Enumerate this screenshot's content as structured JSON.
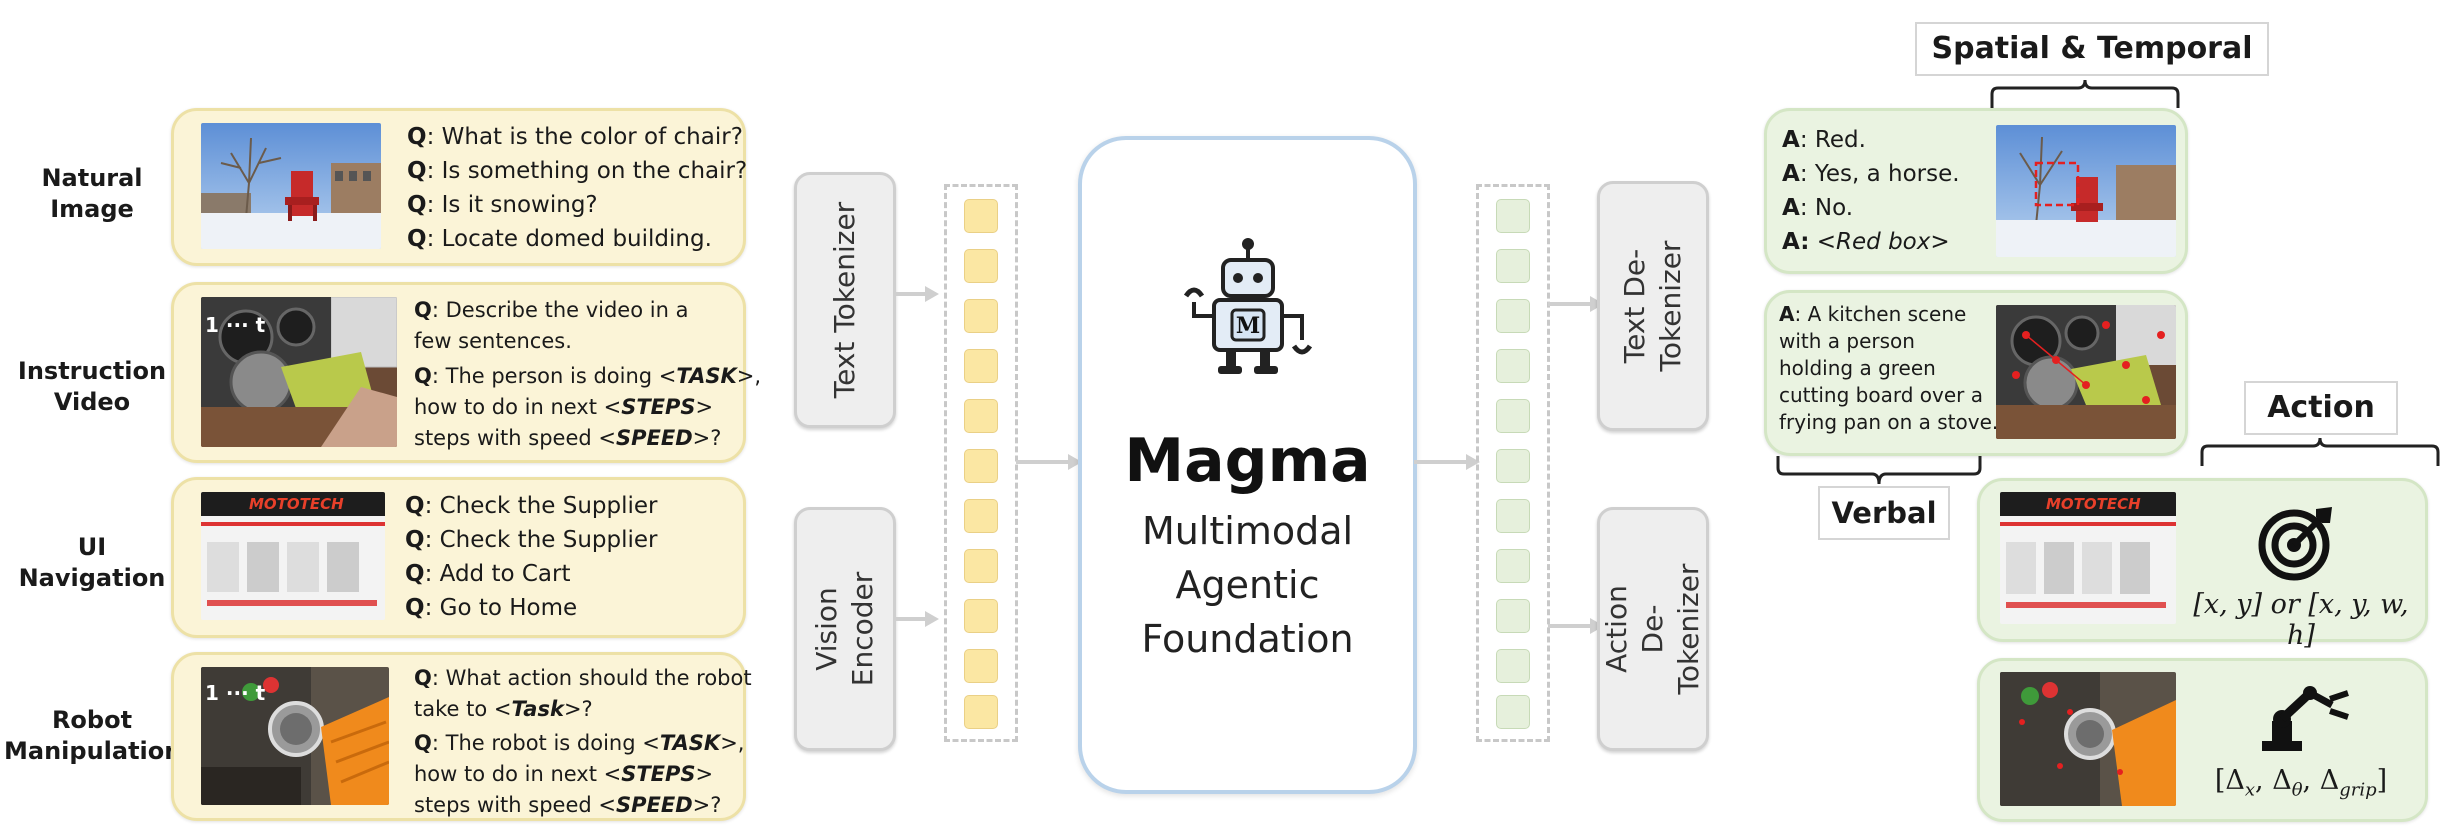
{
  "rows": [
    {
      "label": "Natural\nImage"
    },
    {
      "label": "Instruction\nVideo"
    },
    {
      "label": "UI\nNavigation"
    },
    {
      "label": "Robot\nManipulation"
    }
  ],
  "natural_questions": [
    {
      "prefix": "Q",
      "text": ": What is the color of chair?"
    },
    {
      "prefix": "Q",
      "text": ": Is something on the chair?"
    },
    {
      "prefix": "Q",
      "text": ": Is it snowing?"
    },
    {
      "prefix": "Q",
      "text": ": Locate domed building."
    }
  ],
  "video_questions": {
    "q1_prefix": "Q",
    "q1_line1": ": Describe the video in a",
    "q1_line2": "few sentences.",
    "q2_prefix": "Q",
    "q2_line1a": ": The person is doing <",
    "q2_task": "TASK",
    "q2_line1b": ">,",
    "q2_line2a": "how to do in next <",
    "q2_steps": "STEPS",
    "q2_line2b": ">",
    "q2_line3a": "steps with speed <",
    "q2_speed": "SPEED",
    "q2_line3b": ">?"
  },
  "video_time_label": "1 ··· t",
  "ui_questions": [
    {
      "prefix": "Q",
      "text": ": Check the Supplier"
    },
    {
      "prefix": "Q",
      "text": ": Check the Supplier"
    },
    {
      "prefix": "Q",
      "text": ": Add to Cart"
    },
    {
      "prefix": "Q",
      "text": ": Go to Home"
    }
  ],
  "ui_brand": "MOTOTECH",
  "robot_questions": {
    "q1_prefix": "Q",
    "q1_line1": ": What action should the robot",
    "q1_line2a": "take to <",
    "q1_task": "Task",
    "q1_line2b": ">?",
    "q2_prefix": "Q",
    "q2_line1a": ": The robot is doing <",
    "q2_task": "TASK",
    "q2_line1b": ">,",
    "q2_line2a": "how to do in next <",
    "q2_steps": "STEPS",
    "q2_line2b": ">",
    "q2_line3a": "steps with speed <",
    "q2_speed": "SPEED",
    "q2_line3b": ">?"
  },
  "robot_time_label": "1 ··· t",
  "text_tokenizer": "Text Tokenizer",
  "vision_encoder": "Vision\nEncoder",
  "text_detokenizer": "Text De-\nTokenizer",
  "action_detokenizer": "Action\nDe-Tokenizer",
  "magma": {
    "logo_letter": "M",
    "title": "Magma",
    "subtitle_1": "Multimodal",
    "subtitle_2": "Agentic",
    "subtitle_3": "Foundation"
  },
  "spatial_header": "Spatial & Temporal",
  "natural_answers": [
    {
      "prefix": "A",
      "text": ": Red.",
      "italic": ""
    },
    {
      "prefix": "A",
      "text": ": Yes, a horse.",
      "italic": ""
    },
    {
      "prefix": "A",
      "text": ": No.",
      "italic": ""
    },
    {
      "prefix": "A:",
      "text": " ",
      "italic": "<Red box>"
    }
  ],
  "video_answer": {
    "prefix": "A",
    "lines": [
      ": A kitchen scene",
      "with a person",
      "holding a green",
      "cutting board over a",
      "frying pan on a stove."
    ]
  },
  "verbal_label": "Verbal",
  "action_header": "Action",
  "ui_action_formula": "[x, y] or [x, y, w, h]",
  "robot_action_formula": "[Δx, Δθ, Δgrip]",
  "icons": {
    "robot": "robot-mascot-icon",
    "target": "target-icon",
    "arm": "robot-arm-icon"
  }
}
